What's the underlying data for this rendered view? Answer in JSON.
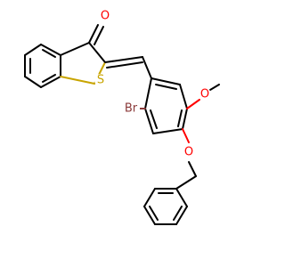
{
  "atoms": {
    "carbonyl_oxygen": {
      "label": "O",
      "color": "#ff0000"
    },
    "ring_sulfur": {
      "label": "S",
      "color": "#c8a400"
    },
    "bromine": {
      "label": "Br",
      "color": "#8b3a3a"
    },
    "methoxy_oxygen": {
      "label": "O",
      "color": "#ff0000"
    },
    "benzyloxy_oxygen": {
      "label": "O",
      "color": "#ff0000"
    }
  },
  "colors": {
    "bond": "#000000",
    "background": "#ffffff"
  }
}
